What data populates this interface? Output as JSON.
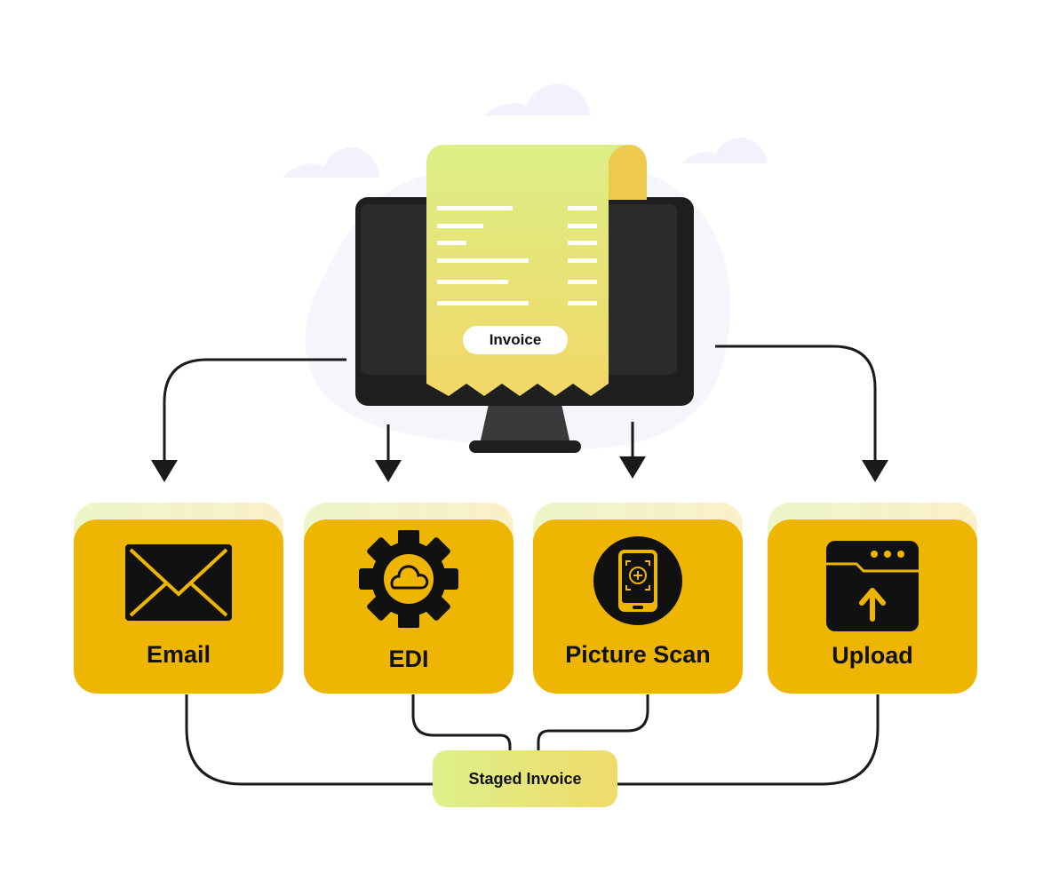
{
  "invoice_label": "Invoice",
  "staged_label": "Staged Invoice",
  "channels": [
    {
      "label": "Email",
      "icon": "envelope-icon"
    },
    {
      "label": "EDI",
      "icon": "cloud-gear-icon"
    },
    {
      "label": "Picture Scan",
      "icon": "phone-scan-icon"
    },
    {
      "label": "Upload",
      "icon": "upload-window-icon"
    }
  ],
  "colors": {
    "card": "#EEB502",
    "monitor": "#1E1E1F",
    "screen": "#2B2B2D",
    "cloud": "#F3F1FB",
    "receipt_start": "#DCEF87",
    "receipt_end": "#F2D766",
    "connector": "#1A1A1A"
  }
}
